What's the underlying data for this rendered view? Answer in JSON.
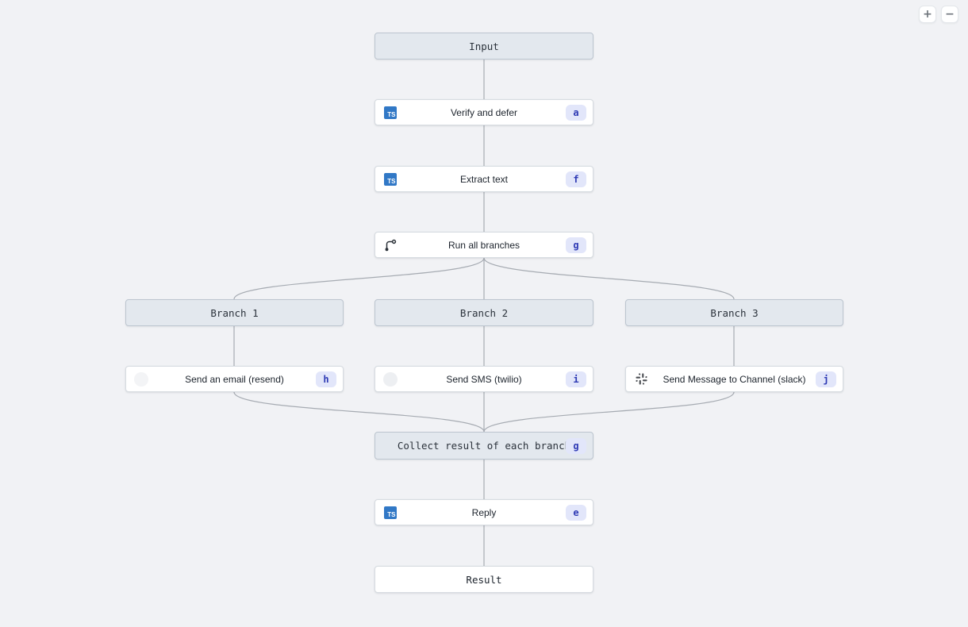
{
  "controls": {
    "zoom_in_label": "+",
    "zoom_out_label": "−"
  },
  "icons": {
    "typescript": "TS"
  },
  "colors": {
    "canvas_background": "#f1f2f5",
    "header_node_background": "#e3e8ee",
    "header_node_border": "#bcc5cf",
    "card_node_background": "#ffffff",
    "card_node_border": "#d7dce1",
    "edge_stroke": "#a6abb2",
    "badge_background": "#e2e6fa",
    "badge_text": "#2e3ab4",
    "typescript_blue": "#3178c6",
    "slack_glyph": "#4a4d52"
  },
  "nodes": {
    "input": {
      "label": "Input"
    },
    "verify": {
      "label": "Verify and defer",
      "badge": "a",
      "icon": "typescript-icon"
    },
    "extract": {
      "label": "Extract text",
      "badge": "f",
      "icon": "typescript-icon"
    },
    "run_branches": {
      "label": "Run all branches",
      "badge": "g",
      "icon": "branch-icon"
    },
    "branch_1": {
      "label": "Branch 1"
    },
    "branch_2": {
      "label": "Branch 2"
    },
    "branch_3": {
      "label": "Branch 3"
    },
    "send_email": {
      "label": "Send an email (resend)",
      "badge": "h",
      "icon": "resend-icon"
    },
    "send_sms": {
      "label": "Send SMS (twilio)",
      "badge": "i",
      "icon": "twilio-icon"
    },
    "send_slack": {
      "label": "Send Message to Channel (slack)",
      "badge": "j",
      "icon": "slack-icon"
    },
    "collect": {
      "label": "Collect result of each branch",
      "badge": "g"
    },
    "reply": {
      "label": "Reply",
      "badge": "e",
      "icon": "typescript-icon"
    },
    "result": {
      "label": "Result"
    }
  }
}
